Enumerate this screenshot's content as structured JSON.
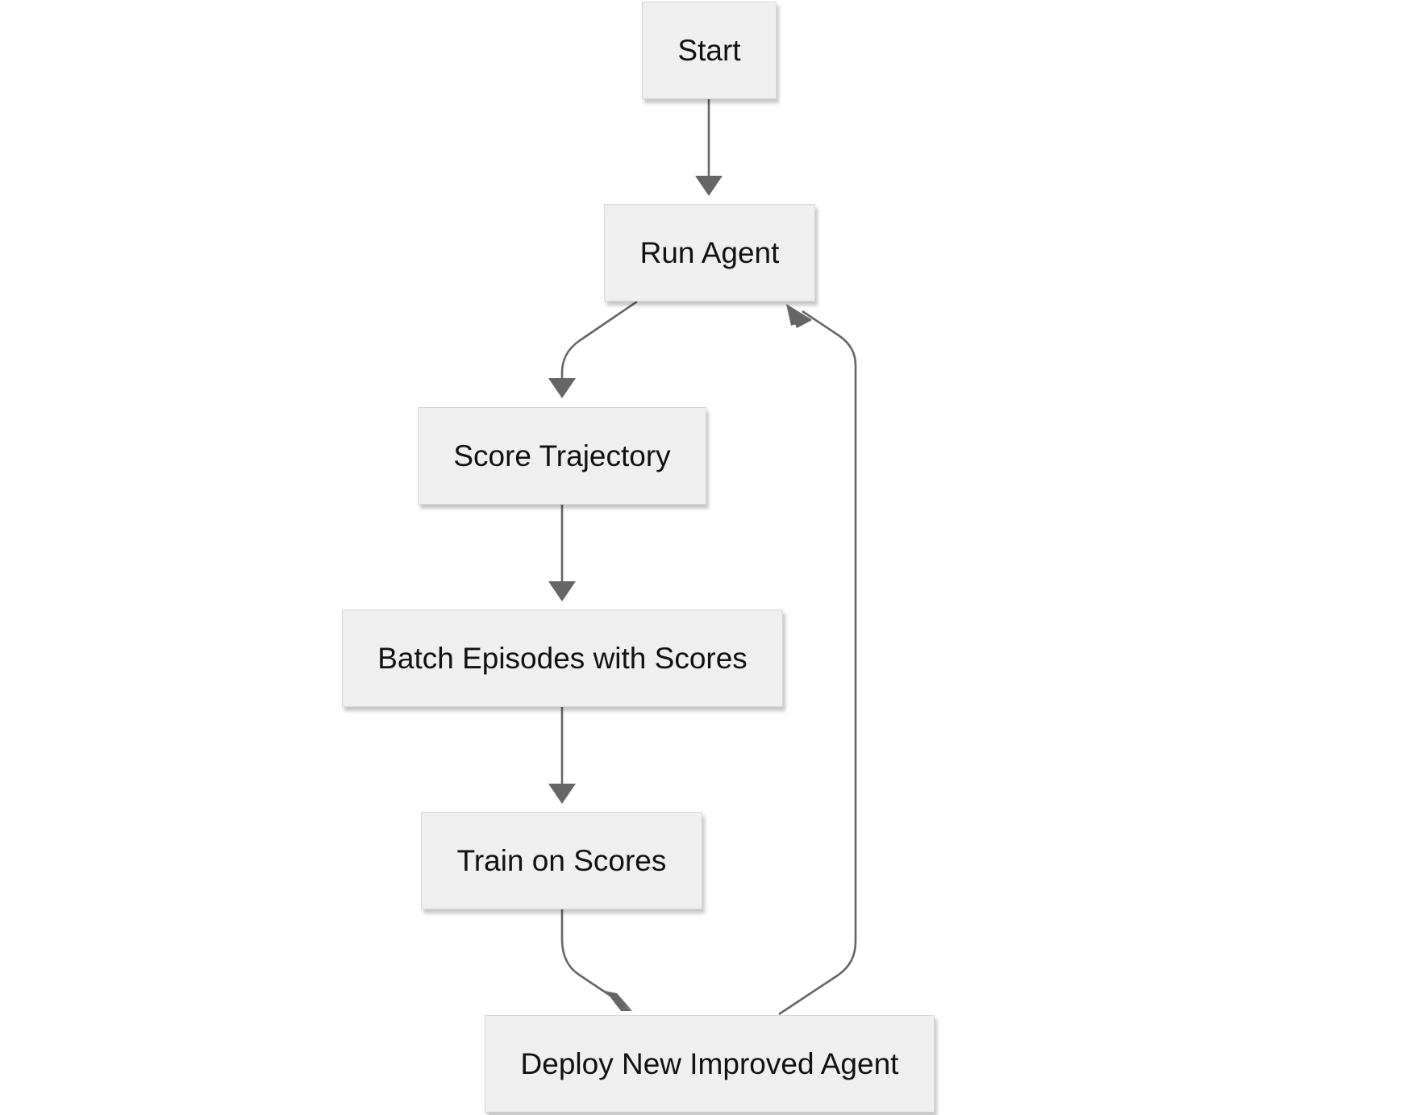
{
  "nodes": {
    "start": "Start",
    "run_agent": "Run Agent",
    "score_trajectory": "Score Trajectory",
    "batch_episodes": "Batch Episodes with Scores",
    "train_on_scores": "Train on Scores",
    "deploy_agent": "Deploy New Improved Agent"
  },
  "edges": [
    {
      "from": "start",
      "to": "run_agent"
    },
    {
      "from": "run_agent",
      "to": "score_trajectory"
    },
    {
      "from": "score_trajectory",
      "to": "batch_episodes"
    },
    {
      "from": "batch_episodes",
      "to": "train_on_scores"
    },
    {
      "from": "train_on_scores",
      "to": "deploy_agent"
    },
    {
      "from": "deploy_agent",
      "to": "run_agent"
    }
  ],
  "colors": {
    "node_fill": "#efefef",
    "edge": "#666666",
    "text": "#111111"
  }
}
